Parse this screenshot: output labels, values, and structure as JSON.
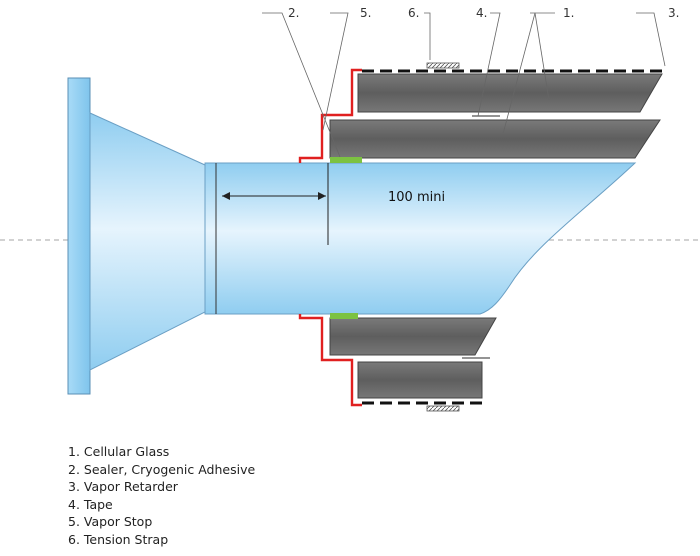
{
  "callouts": [
    "2.",
    "5.",
    "6.",
    "4.",
    "1.",
    "3."
  ],
  "dimension_label": "100 mini",
  "legend": [
    "1. Cellular Glass",
    "2. Sealer, Cryogenic Adhesive",
    "3. Vapor Retarder",
    "4. Tape",
    "5. Vapor Stop",
    "6. Tension Strap"
  ],
  "colors": {
    "pipe_light": "#e6f4fd",
    "pipe_dark": "#8fcdf0",
    "insulation": "#6b6b6b",
    "vapor_stop": "#e02020",
    "sealer": "#7cc242",
    "outline": "#555555"
  }
}
